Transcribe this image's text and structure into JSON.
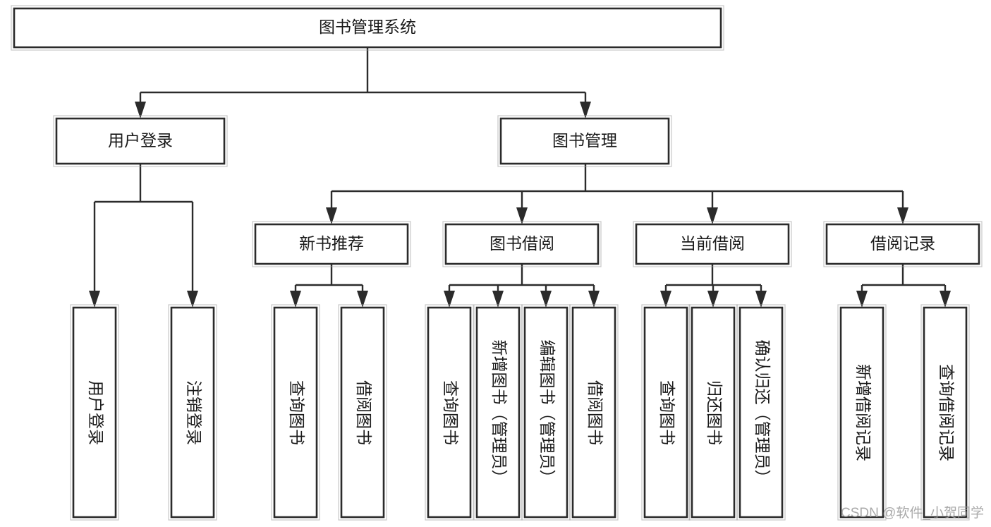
{
  "diagram": {
    "title": "图书管理系统",
    "type": "tree-hierarchy",
    "watermark": "CSDN @软件_小贺同学",
    "colors": {
      "box_stroke": "#2b2b2b",
      "box_fill": "#ffffff",
      "connector": "#2b2b2b",
      "text": "#1a1a1a",
      "watermark": "#9b9b9b",
      "background": "#ffffff"
    },
    "root": {
      "label": "图书管理系统"
    },
    "level2": [
      {
        "label": "用户登录"
      },
      {
        "label": "图书管理"
      }
    ],
    "level3": [
      {
        "label": "新书推荐"
      },
      {
        "label": "图书借阅"
      },
      {
        "label": "当前借阅"
      },
      {
        "label": "借阅记录"
      }
    ],
    "leaves": {
      "user_login": [
        {
          "label": "用户登录"
        },
        {
          "label": "注销登录"
        }
      ],
      "new_book": [
        {
          "label": "查询图书"
        },
        {
          "label": "借阅图书"
        }
      ],
      "book_borrow": [
        {
          "label": "查询图书"
        },
        {
          "label": "新增图书（管理员）"
        },
        {
          "label": "编辑图书（管理员）"
        },
        {
          "label": "借阅图书"
        }
      ],
      "current_borrow": [
        {
          "label": "查询图书"
        },
        {
          "label": "归还图书"
        },
        {
          "label": "确认归还（管理员）"
        }
      ],
      "borrow_record": [
        {
          "label": "新增借阅记录"
        },
        {
          "label": "查询借阅记录"
        }
      ]
    }
  }
}
